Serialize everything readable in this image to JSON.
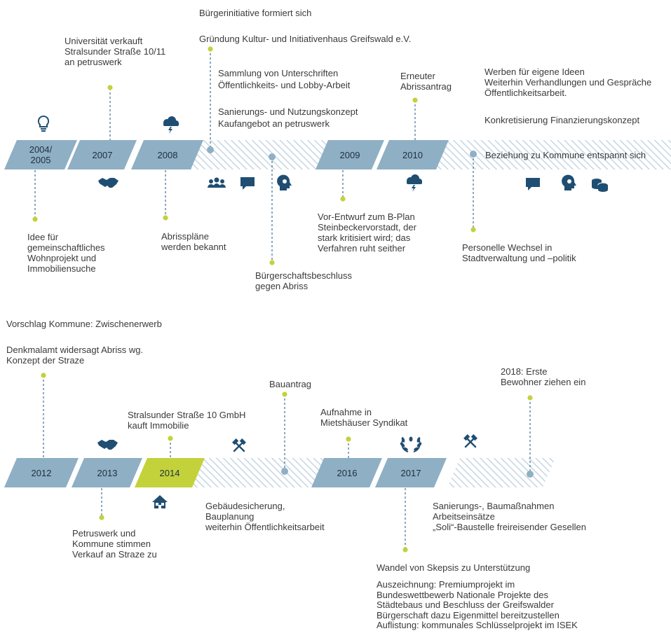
{
  "colors": {
    "band": "#8fafc4",
    "highlight": "#c3d23a",
    "dot_green": "#c3d23a",
    "dot_blue": "#8fafc4",
    "connector": "#3f6f96",
    "icon": "#1f4e72",
    "hatch": "#c6d6e1"
  },
  "row1": {
    "years": [
      "2004/\n2005",
      "2007",
      "2008",
      "2009",
      "2010"
    ],
    "top_notes": {
      "initiative": "Bürgerinitiative formiert sich",
      "gruendung": "Gründung Kultur- und Initiativenhaus Greifswald e.V.",
      "uni": "Universität verkauft\nStralsunder Straße 10/11\nan petruswerk",
      "sammlung": "Sammlung von Unterschriften\nÖffentlichkeits- und Lobby-Arbeit",
      "sanierung": "Sanierungs- und Nutzungskonzept\nKaufangebot an petruswerk",
      "erneuter": "Erneuter\nAbrissantrag",
      "werben": "Werben für eigene Ideen\nWeiterhin Verhandlungen und Gespräche\nÖffentlichkeitsarbeit.",
      "konkret": "Konkretisierung Finanzierungskonzept"
    },
    "band_note": "Beziehung zu Kommune entspannt sich",
    "bottom_notes": {
      "idee": "Idee für\ngemeinschaftliches\nWohnprojekt und\nImmobiliensuche",
      "abriss": "Abrisspläne\nwerden bekannt",
      "buergerschaft": "Bürgerschaftsbeschluss\ngegen Abriss",
      "vorentwurf": "Vor-Entwurf zum B-Plan\nSteinbeckervorstadt, der\nstark kritisiert wird; das\nVerfahren ruht seither",
      "personelle": "Personelle Wechsel in\nStadtverwaltung und –politik"
    },
    "icons": [
      "lightbulb-icon",
      "handshake-icon",
      "storm-cloud-icon",
      "group-icon",
      "speech-bubble-icon",
      "head-gears-icon",
      "storm-cloud-icon",
      "speech-bubble-icon",
      "head-gears-icon",
      "coins-icon"
    ]
  },
  "row2": {
    "years": [
      "2012",
      "2013",
      "2014",
      "2016",
      "2017"
    ],
    "top_notes": {
      "vorschlag": "Vorschlag Kommune: Zwischenerwerb",
      "denkmal": "Denkmalamt widersagt Abriss wg.\nKonzept der Straze",
      "stralsunder": "Stralsunder Straße 10 GmbH\nkauft Immobilie",
      "bauantrag": "Bauantrag",
      "aufnahme": "Aufnahme in\nMietshäuser Syndikat",
      "bewohner": "2018: Erste\nBewohner ziehen ein"
    },
    "bottom_notes": {
      "petruswerk": "Petruswerk und\nKommune stimmen\nVerkauf an Straze zu",
      "gebaeude": "Gebäudesicherung,\nBauplanung\nweiterhin Öffentlichkeitsarbeit",
      "sanierungs": "Sanierungs-, Baumaßnahmen\nArbeitseinsätze\n„Soli“-Baustelle freireisender Gesellen",
      "wandel": "Wandel von Skepsis zu Unterstützung",
      "auszeichnung": "Auszeichnung: Premiumprojekt im\nBundeswettbewerb Nationale Projekte des\nStädtebaus und Beschluss der Greifswalder\nBürgerschaft dazu Eigenmittel bereitzustellen\nAuflistung: kommunales Schlüsselprojekt im ISEK"
    },
    "icons": [
      "handshake-icon",
      "hammers-icon",
      "house-icon",
      "laurel-wreath-icon",
      "hammers-icon"
    ]
  }
}
